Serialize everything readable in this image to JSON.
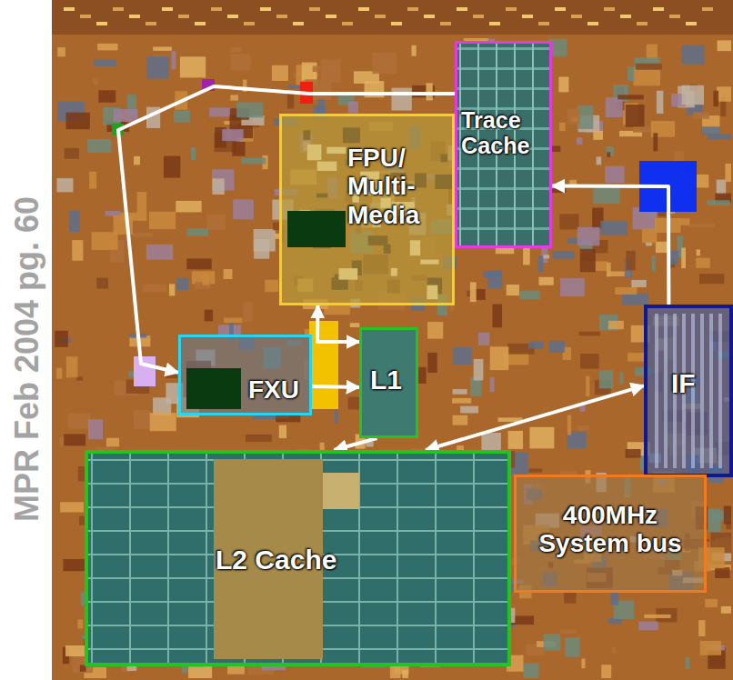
{
  "diagram": {
    "nodes": [
      {
        "text": [
          "Trace Cache"
        ]
      },
      {
        "text": [
          "FPU/ Multi- Media"
        ]
      },
      {
        "text": [
          "FXU"
        ]
      },
      {
        "text": [
          "L1"
        ]
      },
      {
        "text": [
          "IF"
        ]
      },
      {
        "text": [
          "L2 Cache"
        ]
      },
      {
        "text": [
          "400MHz System bus"
        ]
      }
    ],
    "edges": [
      {
        "from": 4,
        "to": 0,
        "arrow": "to"
      },
      {
        "from": 0,
        "to": 2,
        "arrow": "to"
      },
      {
        "from": 2,
        "to": 3,
        "arrow": "to"
      },
      {
        "from": 1,
        "to": 3,
        "arrow": "both"
      },
      {
        "from": 3,
        "to": 5,
        "arrow": "to"
      },
      {
        "from": 5,
        "to": 4,
        "arrow": "both"
      }
    ],
    "labels": [
      "MPR Feb 2004 pg. 60"
    ]
  }
}
